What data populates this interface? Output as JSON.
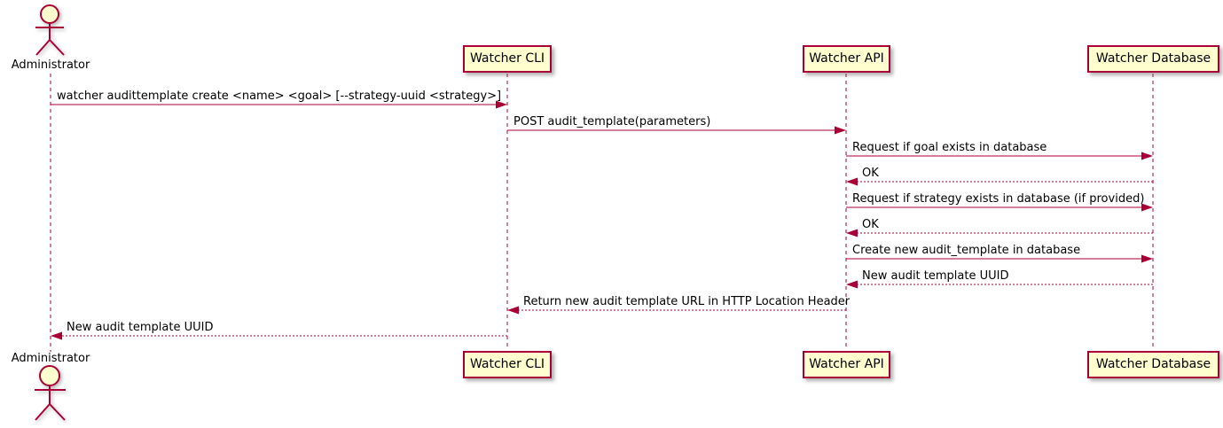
{
  "diagram": {
    "type": "sequence",
    "actor": {
      "name": "Administrator"
    },
    "participants": [
      {
        "id": "cli",
        "label": "Watcher CLI"
      },
      {
        "id": "api",
        "label": "Watcher API"
      },
      {
        "id": "db",
        "label": "Watcher Database"
      }
    ],
    "messages": [
      {
        "from": "administrator",
        "to": "cli",
        "style": "solid",
        "label": "watcher audittemplate create <name> <goal> [--strategy-uuid <strategy>]"
      },
      {
        "from": "cli",
        "to": "api",
        "style": "solid",
        "label": "POST audit_template(parameters)"
      },
      {
        "from": "api",
        "to": "db",
        "style": "solid",
        "label": "Request if goal exists in database"
      },
      {
        "from": "db",
        "to": "api",
        "style": "dashed",
        "label": "OK"
      },
      {
        "from": "api",
        "to": "db",
        "style": "solid",
        "label": "Request if strategy exists in database (if provided)"
      },
      {
        "from": "db",
        "to": "api",
        "style": "dashed",
        "label": "OK"
      },
      {
        "from": "api",
        "to": "db",
        "style": "solid",
        "label": "Create new audit_template in database"
      },
      {
        "from": "db",
        "to": "api",
        "style": "dashed",
        "label": "New audit template UUID"
      },
      {
        "from": "api",
        "to": "cli",
        "style": "dashed",
        "label": "Return new audit template URL in HTTP Location Header"
      },
      {
        "from": "cli",
        "to": "administrator",
        "style": "dashed",
        "label": "New audit template UUID"
      }
    ],
    "colors": {
      "stroke": "#A80036",
      "participant_fill": "#FEFECE",
      "text": "#000000",
      "background": "#FFFFFF"
    }
  }
}
